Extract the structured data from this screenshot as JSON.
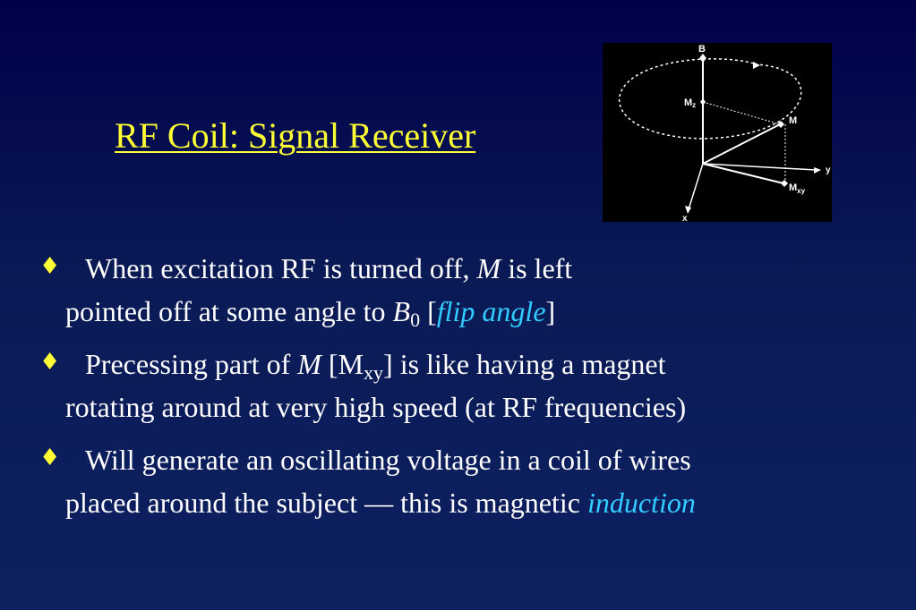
{
  "title": "RF Coil: Signal Receiver",
  "diagram": {
    "label_b": "B",
    "label_m": "M",
    "label_mz_main": "M",
    "label_mz_sub": "z",
    "label_mxy_main": "M",
    "label_mxy_sub": "xy",
    "label_y": "y",
    "label_x": "x"
  },
  "bullets": [
    {
      "l1_a": "When excitation RF is turned off, ",
      "l1_m": "M",
      "l1_b": " is left",
      "l2_a": "pointed off at some angle to ",
      "l2_b": "B",
      "l2_sub": "0",
      "l2_c": " [",
      "l2_flip": "flip angle",
      "l2_d": "]"
    },
    {
      "l1_a": "Precessing part of ",
      "l1_m": "M",
      "l1_b": " [M",
      "l1_sub": "xy",
      "l1_c": "] is like having a magnet",
      "l2": "rotating around at very high speed (at RF frequencies)"
    },
    {
      "l1": "Will generate an oscillating voltage in a coil of wires",
      "l2_a": "placed around the subject — this is magnetic ",
      "l2_ind": "induction"
    }
  ],
  "colors": {
    "title": "#ffff33",
    "accent_italic": "#33ccff",
    "bullet_marker": "#ffff33",
    "background": "#00004a"
  },
  "icons": {
    "bullet_marker": "diamond-icon"
  }
}
